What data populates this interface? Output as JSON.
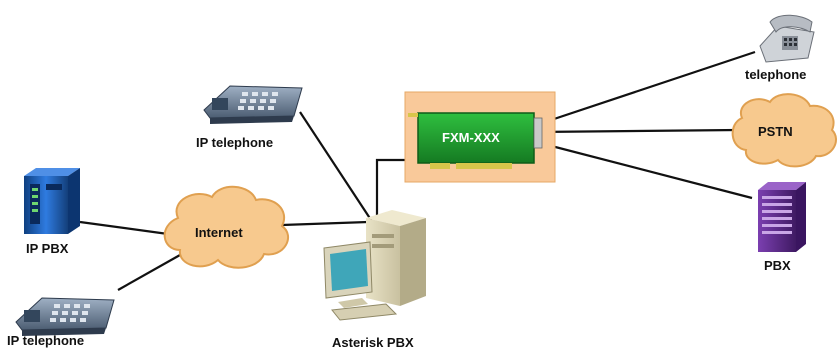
{
  "nodes": {
    "ip_telephone_top": {
      "label": "IP telephone",
      "icon": "ip-phone-icon"
    },
    "ip_telephone_bottom": {
      "label": "IP telephone",
      "icon": "ip-phone-icon"
    },
    "ip_pbx": {
      "label": "IP PBX",
      "icon": "server-tower-icon"
    },
    "internet": {
      "label": "Internet",
      "icon": "cloud-icon"
    },
    "asterisk_pbx": {
      "label": "Asterisk PBX",
      "icon": "desktop-computer-icon"
    },
    "fxm_card": {
      "label": "FXM-XXX",
      "icon": "pci-card-icon"
    },
    "telephone": {
      "label": "telephone",
      "icon": "desk-phone-icon"
    },
    "pstn": {
      "label": "PSTN",
      "icon": "cloud-icon"
    },
    "pbx": {
      "label": "PBX",
      "icon": "pbx-cabinet-icon"
    }
  },
  "colors": {
    "cloud_fill": "#f7c98e",
    "cloud_stroke": "#e0a050",
    "card_fill": "#1f9a2e",
    "card_highlight": "#f9c99a",
    "server_blue": "#1f5fb0",
    "pbx_purple": "#5a2a82",
    "link": "#111111"
  }
}
